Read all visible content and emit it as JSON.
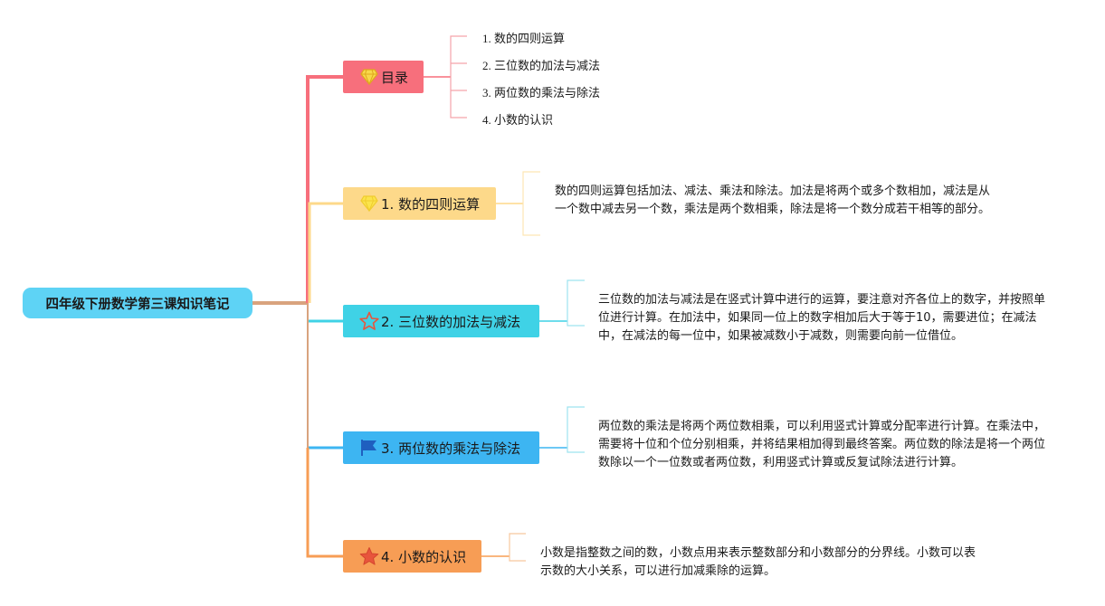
{
  "root": {
    "label": "四年级下册数学第三课知识笔记",
    "color": "#5ed3f5"
  },
  "branches": [
    {
      "label": "目录",
      "icon": "diamond-icon",
      "color": "#f76f7c"
    },
    {
      "label": "1. 数的四则运算",
      "icon": "diamond-icon",
      "color": "#fdd98a"
    },
    {
      "label": "2. 三位数的加法与减法",
      "icon": "star-outline-icon",
      "color": "#3fd2e6"
    },
    {
      "label": "3. 两位数的乘法与除法",
      "icon": "flag-icon",
      "color": "#3db5f2"
    },
    {
      "label": "4. 小数的认识",
      "icon": "star-icon",
      "color": "#f79d55"
    }
  ],
  "toc": [
    "1. 数的四则运算",
    "2. 三位数的加法与减法",
    "3. 两位数的乘法与除法",
    "4. 小数的认识"
  ],
  "notes": [
    "数的四则运算包括加法、减法、乘法和除法。加法是将两个或多个数相加，减法是从一个数中减去另一个数，乘法是两个数相乘，除法是将一个数分成若干相等的部分。",
    "三位数的加法与减法是在竖式计算中进行的运算，要注意对齐各位上的数字，并按照单位进行计算。在加法中，如果同一位上的数字相加后大于等于10，需要进位；在减法中，在减法的每一位中，如果被减数小于减数，则需要向前一位借位。",
    "两位数的乘法是将两个两位数相乘，可以利用竖式计算或分配率进行计算。在乘法中，需要将十位和个位分别相乘，并将结果相加得到最终答案。两位数的除法是将一个两位数除以一个一位数或者两位数，利用竖式计算或反复试除法进行计算。",
    "小数是指整数之间的数，小数点用来表示整数部分和小数部分的分界线。小数可以表示数的大小关系，可以进行加减乘除的运算。"
  ]
}
